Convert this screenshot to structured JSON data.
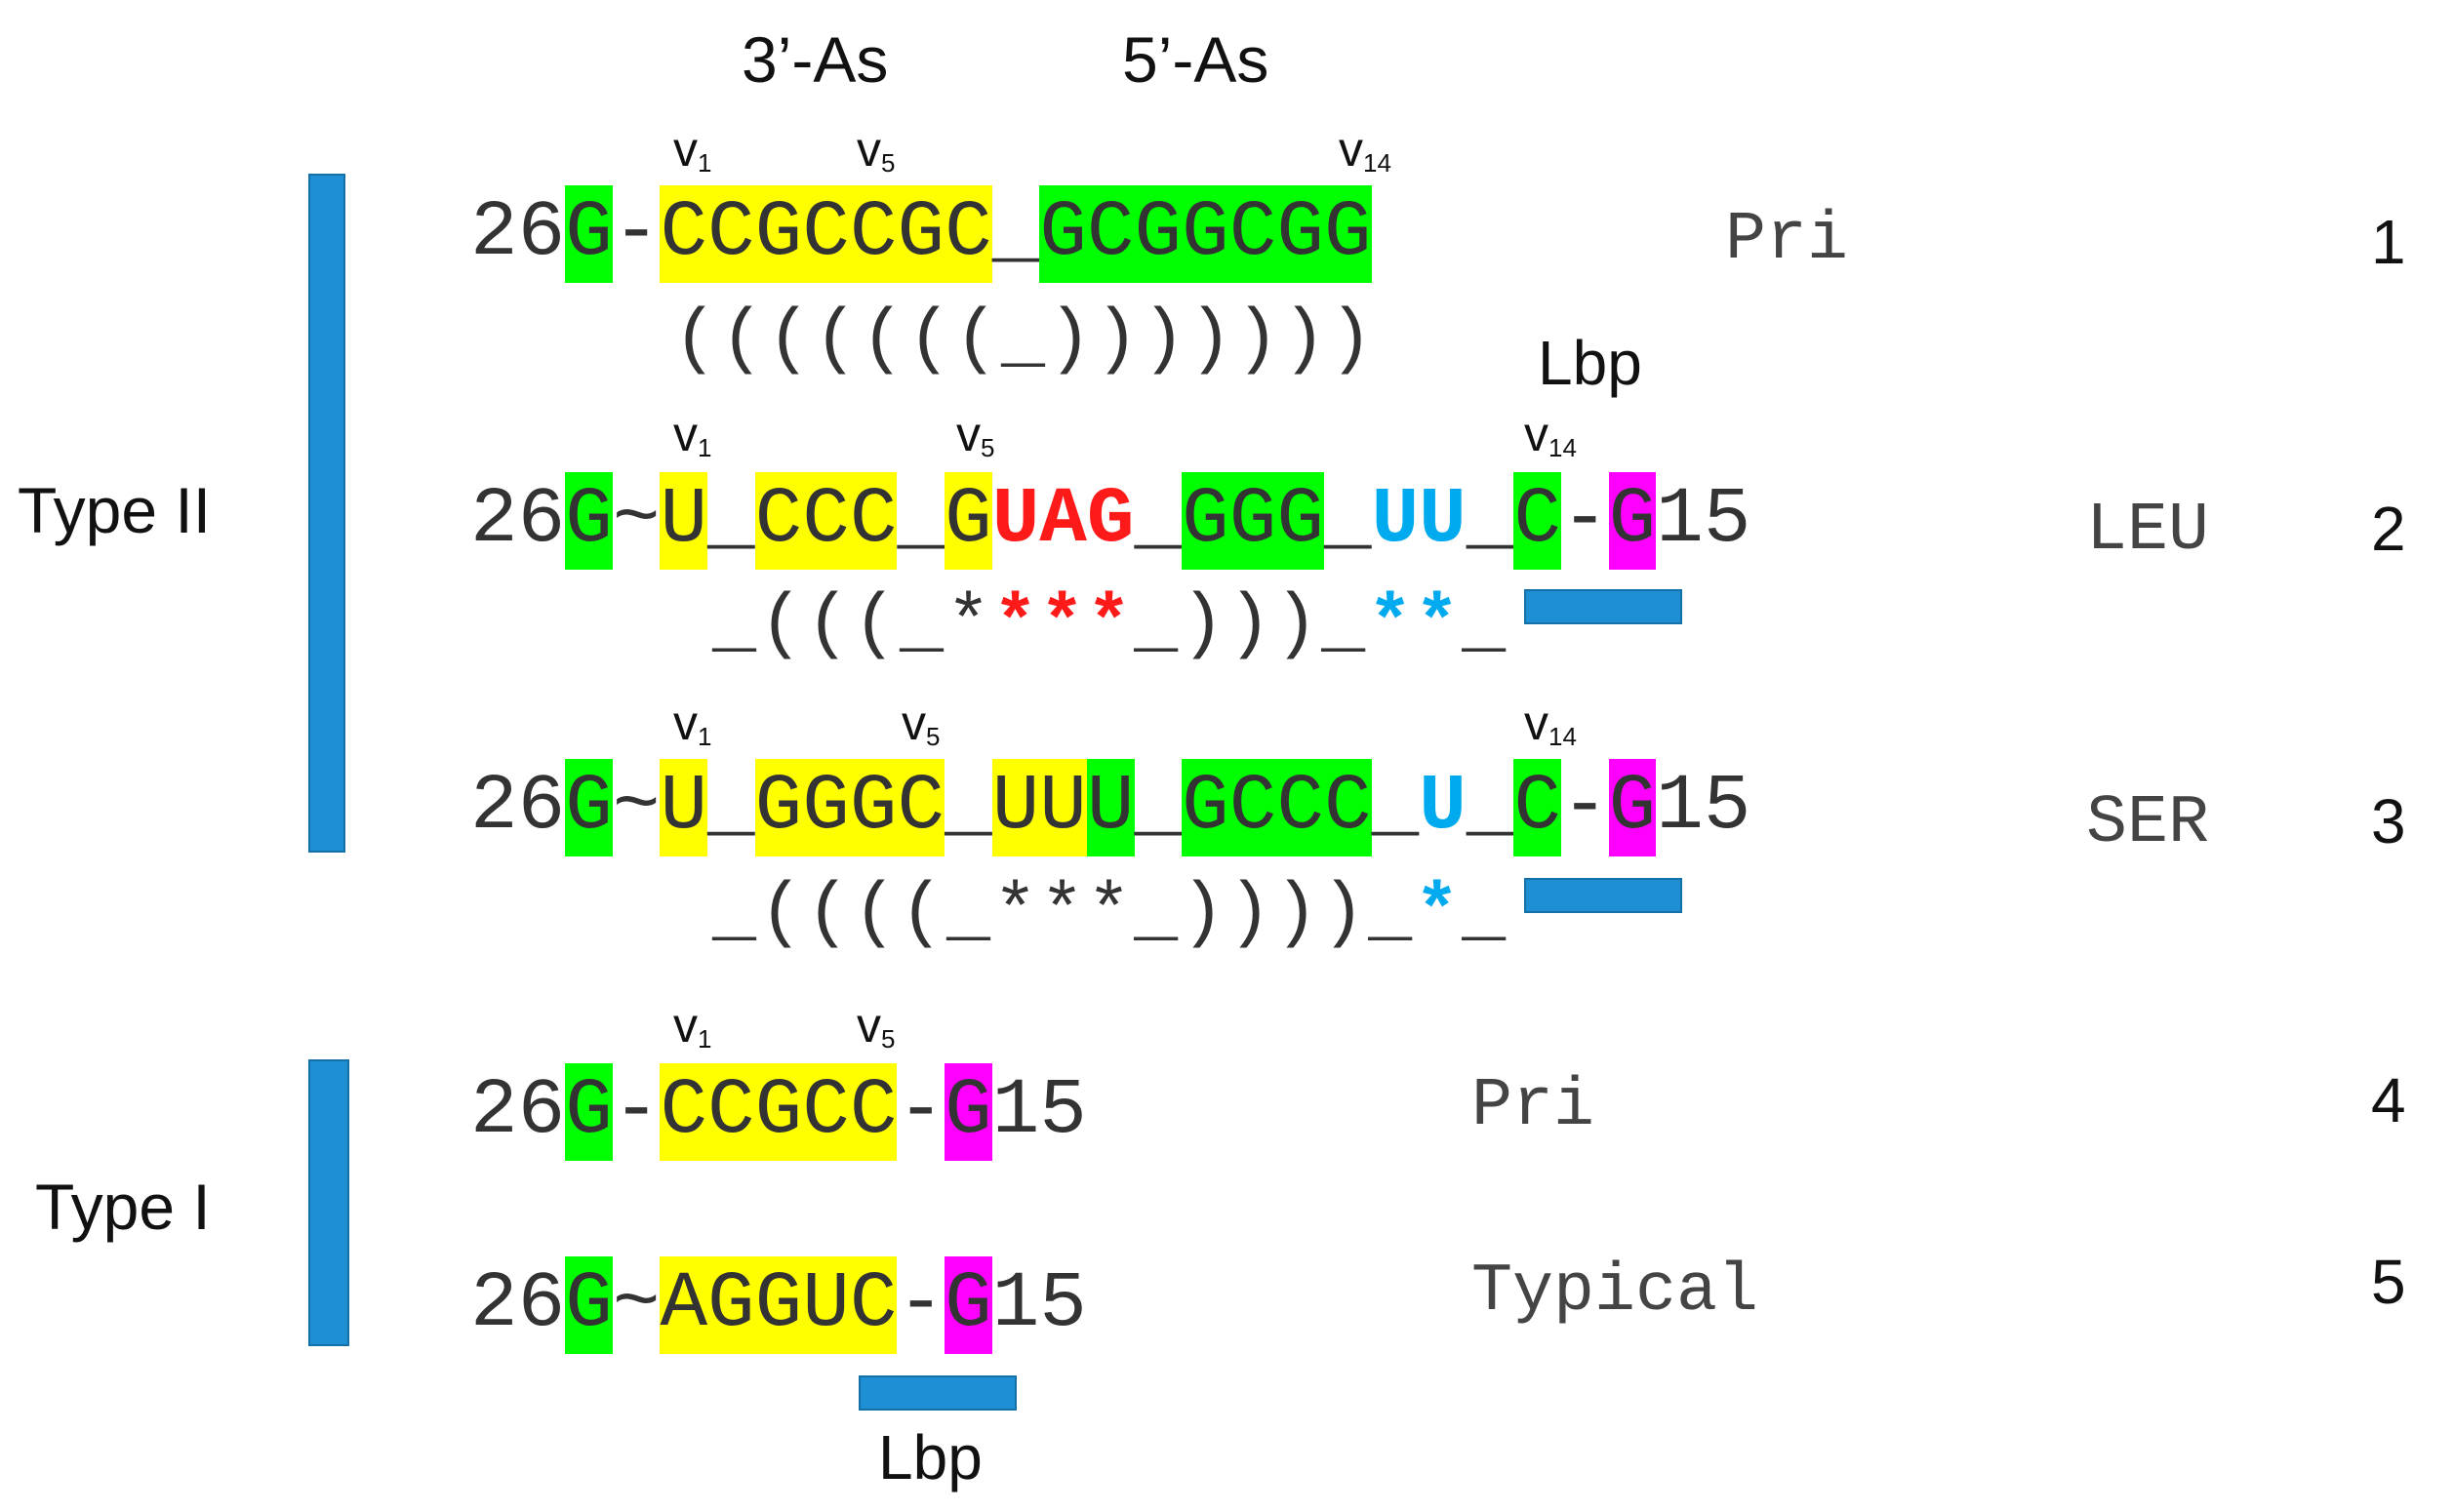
{
  "headers": {
    "as3": "3’-As",
    "as5": "5’-As"
  },
  "groups": {
    "type2": "Type II",
    "type1": "Type I"
  },
  "lbp_label": "Lbp",
  "v_marks": {
    "v1": "v",
    "v1_sub": "1",
    "v5": "v",
    "v5_sub": "5",
    "v14": "v",
    "v14_sub": "14"
  },
  "rows": [
    {
      "number": "1",
      "label": "Pri",
      "prefix": "26",
      "suffix": "",
      "structure": "(((((((_)))))))"
    },
    {
      "number": "2",
      "label": "LEU",
      "prefix": "26",
      "suffix": "15",
      "structure": "_(((_*",
      "structure_red": "***",
      "structure_mid": "_)))_",
      "structure_cyan": "**",
      "structure_end": "_"
    },
    {
      "number": "3",
      "label": "SER",
      "prefix": "26",
      "suffix": "15",
      "structure": "_((((_***_))))_",
      "structure_cyan": "*",
      "structure_end": "_"
    },
    {
      "number": "4",
      "label": "Pri",
      "prefix": "26",
      "suffix": "15"
    },
    {
      "number": "5",
      "label": "Typical",
      "prefix": "26",
      "suffix": "15"
    }
  ],
  "sequences": {
    "row1": [
      "G",
      "-",
      "CCGCCGC",
      "_",
      "GCGGCGG"
    ],
    "row2": [
      "G",
      "~",
      "U",
      "_",
      "CCC",
      "_",
      "G",
      "UAG",
      "_",
      "GGG",
      "_",
      "UU",
      "_",
      "C",
      "-",
      "G"
    ],
    "row3": [
      "G",
      "~",
      "U",
      "_",
      "GGGC",
      "_",
      "UU",
      "U",
      "_",
      "GCCC",
      "_",
      "U",
      "_",
      "C",
      "-",
      "G"
    ],
    "row4": [
      "G",
      "-",
      "CCGCC",
      "-",
      "G"
    ],
    "row5": [
      "G",
      "~",
      "AGGUC",
      "-",
      "G"
    ]
  },
  "colors": {
    "yellow": "#ffff00",
    "green": "#00ff00",
    "magenta": "#ff00ff",
    "red": "#ff1a1a",
    "cyan": "#00aaee",
    "bar_blue": "#1e8fd4"
  }
}
